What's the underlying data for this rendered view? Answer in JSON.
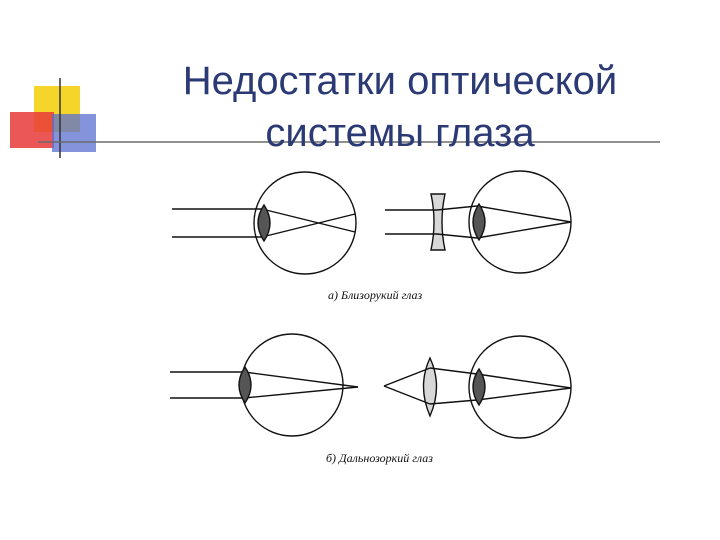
{
  "slide": {
    "title_line1": "Недостатки оптической",
    "title_line2": "системы глаза"
  },
  "diagram": {
    "caption_a": "а) Близорукий глаз",
    "caption_b": "б) Дальнозоркий глаз"
  },
  "colors": {
    "title": "#2b3a74",
    "deco_yellow": "#f5d52a",
    "deco_red": "#e8393a",
    "deco_blue": "#5a6fd0",
    "rule_line": "#6b6b6b",
    "lens_dark": "#555555",
    "lens_light": "#d8d8d8"
  }
}
